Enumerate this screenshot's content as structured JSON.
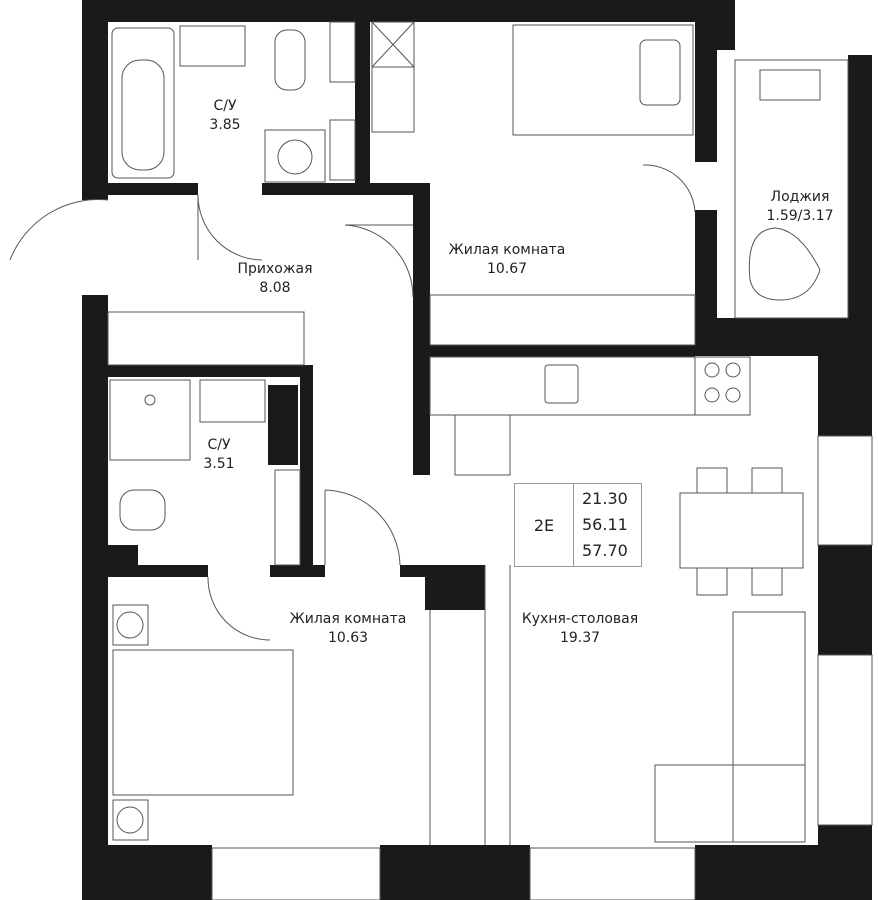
{
  "rooms": [
    {
      "name": "С/У",
      "area": "3.85"
    },
    {
      "name": "Жилая комната",
      "area": "10.67"
    },
    {
      "name": "Лоджия",
      "area": "1.59/3.17"
    },
    {
      "name": "Прихожая",
      "area": "8.08"
    },
    {
      "name": "С/У",
      "area": "3.51"
    },
    {
      "name": "Жилая комната",
      "area": "10.63"
    },
    {
      "name": "Кухня-столовая",
      "area": "19.37"
    }
  ],
  "summary": {
    "code": "2E",
    "living_area": "21.30",
    "total_area": "56.11",
    "total_with_loggia": "57.70"
  },
  "colors": {
    "wall": "#1a1a1a",
    "line": "#555555"
  }
}
